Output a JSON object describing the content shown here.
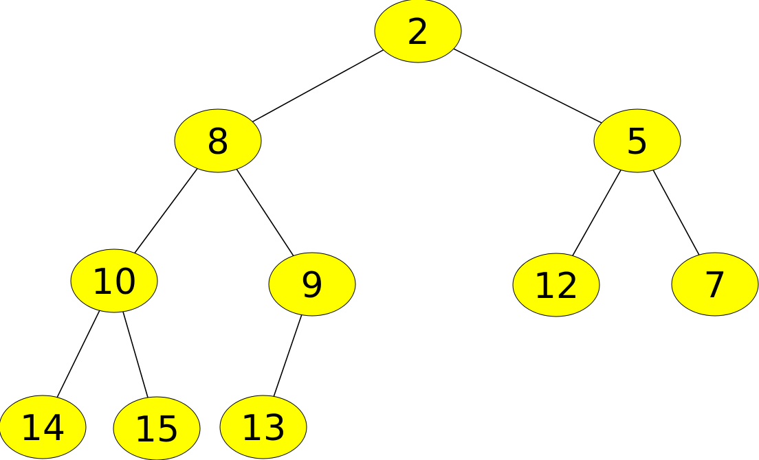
{
  "diagram": {
    "type": "binary-tree",
    "colors": {
      "node_fill": "#ffff00",
      "node_stroke": "#000000",
      "edge": "#000000",
      "text": "#000000"
    },
    "nodes": [
      {
        "id": "n2",
        "label": "2"
      },
      {
        "id": "n8",
        "label": "8"
      },
      {
        "id": "n5",
        "label": "5"
      },
      {
        "id": "n10",
        "label": "10"
      },
      {
        "id": "n9",
        "label": "9"
      },
      {
        "id": "n12",
        "label": "12"
      },
      {
        "id": "n7",
        "label": "7"
      },
      {
        "id": "n14",
        "label": "14"
      },
      {
        "id": "n15",
        "label": "15"
      },
      {
        "id": "n13",
        "label": "13"
      }
    ],
    "edges": [
      {
        "from": "n2",
        "to": "n8"
      },
      {
        "from": "n2",
        "to": "n5"
      },
      {
        "from": "n8",
        "to": "n10"
      },
      {
        "from": "n8",
        "to": "n9"
      },
      {
        "from": "n5",
        "to": "n12"
      },
      {
        "from": "n5",
        "to": "n7"
      },
      {
        "from": "n10",
        "to": "n14"
      },
      {
        "from": "n10",
        "to": "n15"
      },
      {
        "from": "n9",
        "to": "n13"
      }
    ]
  }
}
